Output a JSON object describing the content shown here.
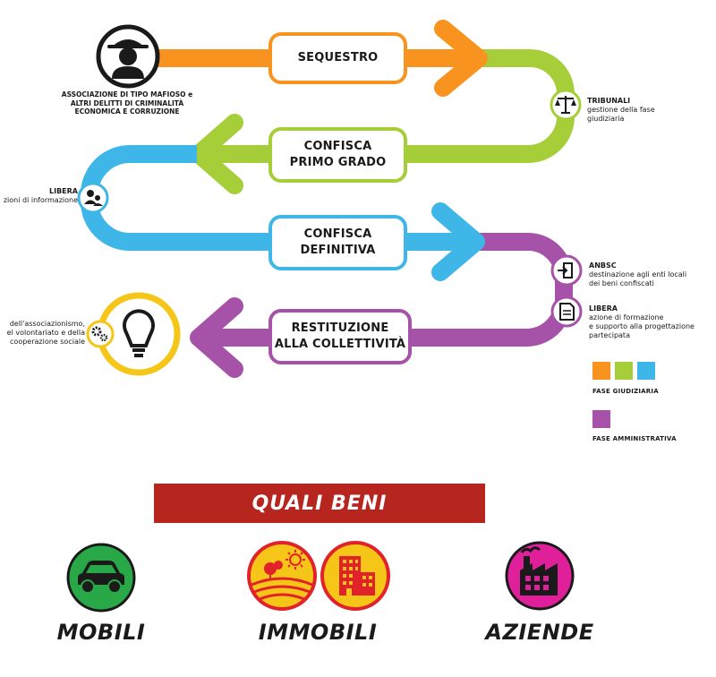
{
  "flow": {
    "steps": [
      {
        "line1": "SEQUESTRO",
        "line2": ""
      },
      {
        "line1": "CONFISCA",
        "line2": "PRIMO GRADO"
      },
      {
        "line1": "CONFISCA",
        "line2": "DEFINITIVA"
      },
      {
        "line1": "RESTITUZIONE",
        "line2": "ALLA COLLETTIVITÀ"
      }
    ],
    "start_actor": [
      "ASSOCIAZIONE DI TIPO MAFIOSO e",
      "ALTRI DELITTI DI CRIMINALITÀ",
      "ECONOMICA E CORRUZIONE"
    ],
    "tribunali": {
      "title": "TRIBUNALI",
      "lines": [
        "gestione della fase",
        "giudiziaria"
      ]
    },
    "libera_left": {
      "title": "LIBERA",
      "lines": [
        "zioni di informazione"
      ]
    },
    "anbsc": {
      "title": "ANBSC",
      "lines": [
        "destinazione agli enti locali",
        "dei beni confiscati"
      ]
    },
    "libera_right": {
      "title": "LIBERA",
      "lines": [
        "azione di formazione",
        "e supporto alla progettazione",
        "partecipata"
      ]
    },
    "end_actor": [
      "dell'associazionismo,",
      "el volontariato e della",
      "cooperazione sociale"
    ]
  },
  "legend": {
    "judicial_label": "FASE GIUDIZIARIA",
    "admin_label": "FASE AMMINISTRATIVA"
  },
  "colors": {
    "orange": "#f7931e",
    "green": "#a6ce39",
    "blue": "#3fb6e8",
    "purple": "#a552a8",
    "red": "#b7251f",
    "yellow": "#f5c518",
    "dark": "#1a1a1a"
  },
  "section_title": "QUALI BENI",
  "categories": [
    {
      "label": "MOBILI",
      "icon": "car-icon"
    },
    {
      "label": "IMMOBILI",
      "icon": "landscape-icon"
    },
    {
      "label": "AZIENDE",
      "icon": "factory-icon"
    }
  ]
}
